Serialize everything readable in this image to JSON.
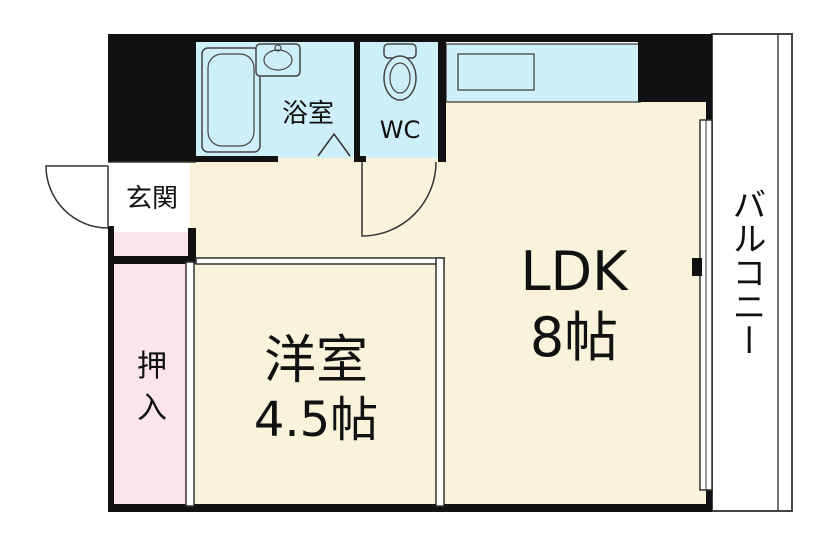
{
  "floorplan": {
    "rooms": {
      "bath": "浴室",
      "wc": "WC",
      "entrance": "玄関",
      "closet_line1": "押",
      "closet_line2": "入",
      "western_name": "洋室",
      "western_size": "4.5帖",
      "ldk_name": "LDK",
      "ldk_size": "8帖",
      "balcony": "バルコニー"
    },
    "colors": {
      "wall": "#111111",
      "floor": "#f9f3dc",
      "wet_area": "#cdeff7",
      "closet": "#fbe4ec",
      "balcony": "#ffffff",
      "outline": "#444444"
    }
  }
}
